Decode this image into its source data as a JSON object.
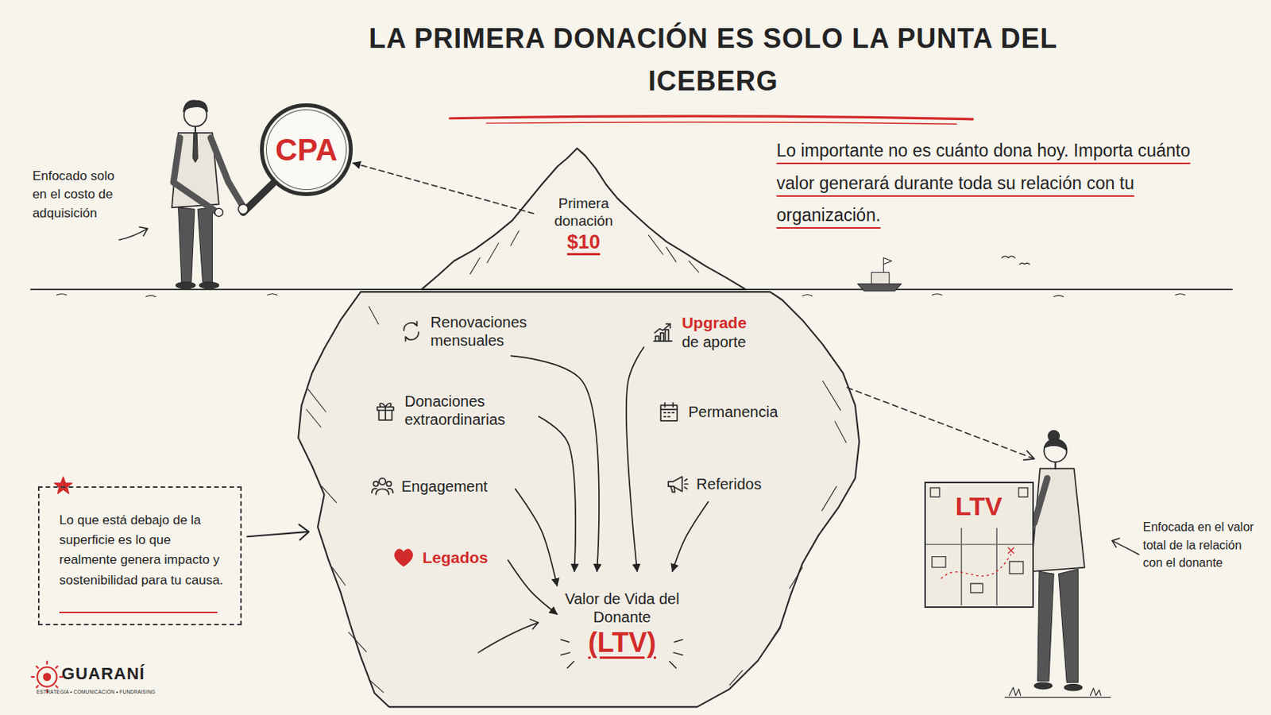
{
  "diagram": {
    "title": "LA PRIMERA DONACIÓN ES SOLO LA PUNTA DEL ICEBERG",
    "nodes": [
      {
        "text": [
          "CPA"
        ]
      },
      {
        "text": [
          "Primera donación",
          "$10"
        ]
      },
      {
        "text": [
          "Renovaciones mensuales"
        ]
      },
      {
        "text": [
          "Upgrade",
          "de aporte"
        ]
      },
      {
        "text": [
          "Donaciones extraordinarias"
        ]
      },
      {
        "text": [
          "Permanencia"
        ]
      },
      {
        "text": [
          "Engagement"
        ]
      },
      {
        "text": [
          "Referidos"
        ]
      },
      {
        "text": [
          "Lo que está debajo de la superficie es lo que realmente genera impacto y sostenibilidad para tu causa."
        ]
      },
      {
        "text": [
          "Legados"
        ]
      },
      {
        "text": [
          "Valor de Vida del Donante",
          "(LTV)"
        ]
      },
      {
        "text": [
          "LTV"
        ]
      }
    ],
    "edges": [
      {
        "from": 1,
        "to": 0,
        "arrow": "to"
      },
      {
        "from": 2,
        "to": 10,
        "arrow": "to"
      },
      {
        "from": 3,
        "to": 10,
        "arrow": "to"
      },
      {
        "from": 4,
        "to": 10,
        "arrow": "to"
      },
      {
        "from": 6,
        "to": 10,
        "arrow": "to"
      },
      {
        "from": 7,
        "to": 10,
        "arrow": "to"
      },
      {
        "from": 9,
        "to": 10,
        "arrow": "to"
      }
    ],
    "labels": [
      "Enfocado solo en el costo de adquisición",
      "Lo importante no es cuánto dona hoy. Importa cuánto valor generará durante toda su relación con tu organización.",
      "Enfocada en el valor total de la relación con el donante",
      "GUARANÍ",
      "ESTRATEGIA • COMUNICACIÓN • FUNDRAISING"
    ]
  }
}
